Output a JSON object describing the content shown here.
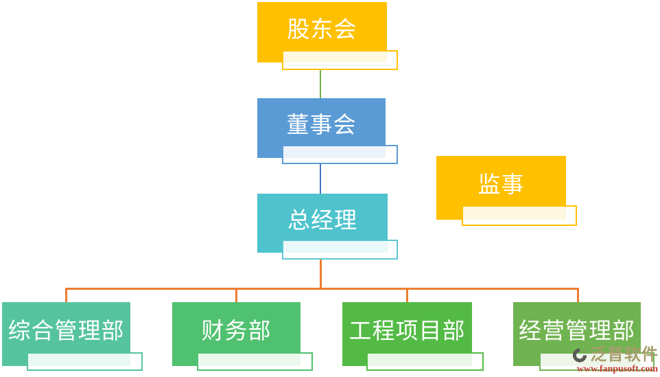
{
  "diagram": {
    "type": "org-chart",
    "nodes": [
      {
        "id": "shareholders-meeting",
        "label": "股东会",
        "level": 1,
        "color": "#FFC000"
      },
      {
        "id": "board-of-directors",
        "label": "董事会",
        "level": 2,
        "color": "#5B9BD5"
      },
      {
        "id": "supervisor",
        "label": "监事",
        "level": 2,
        "color": "#FFC000"
      },
      {
        "id": "general-manager",
        "label": "总经理",
        "level": 3,
        "color": "#4EC3CD"
      },
      {
        "id": "general-admin-dept",
        "label": "综合管理部",
        "level": 4,
        "color": "#55C49E"
      },
      {
        "id": "finance-dept",
        "label": "财务部",
        "level": 4,
        "color": "#50C170"
      },
      {
        "id": "engineering-project-dept",
        "label": "工程项目部",
        "level": 4,
        "color": "#53BB45"
      },
      {
        "id": "operations-management-dept",
        "label": "经营管理部",
        "level": 4,
        "color": "#70B351"
      }
    ],
    "edges": [
      {
        "from": "股东会",
        "to": "董事会",
        "color": "#70AD47"
      },
      {
        "from": "董事会",
        "to": "总经理",
        "color": "#4472C4"
      },
      {
        "from": "总经理",
        "to": "综合管理部",
        "color": "#ED7D31"
      },
      {
        "from": "总经理",
        "to": "财务部",
        "color": "#ED7D31"
      },
      {
        "from": "总经理",
        "to": "工程项目部",
        "color": "#ED7D31"
      },
      {
        "from": "总经理",
        "to": "经营管理部",
        "color": "#ED7D31"
      }
    ],
    "watermark": {
      "brand": "泛普软件",
      "url": "www.fanpusoft.com",
      "brand_color": "#A79D6D",
      "url_color": "#C23F33"
    }
  }
}
